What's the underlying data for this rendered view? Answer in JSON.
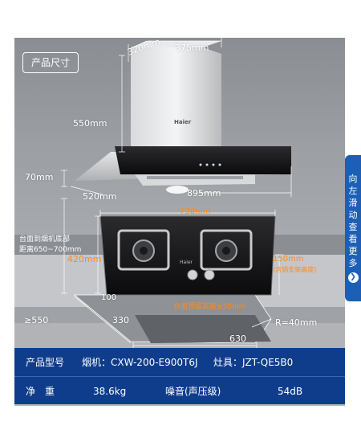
{
  "badge": {
    "title": "产品尺寸"
  },
  "hood": {
    "depth": "320mm",
    "top_width": "375mm",
    "height": "550mm",
    "panel_height": "70mm",
    "panel_depth": "520mm",
    "width": "895mm",
    "brand": "Haier"
  },
  "counter": {
    "label_line1": "台面到烟机底部",
    "label_line2": "距离650~700mm"
  },
  "hob": {
    "width": "730mm",
    "depth": "420mm",
    "pot_support": "150mm",
    "pot_support_note": "(含锅支架高度)",
    "thickness": "100",
    "cutout_note": "台面预留高度≥50mm",
    "cutout_depth_min": "≥550",
    "cutout_depth": "330",
    "cutout_width": "630",
    "corner_radius": "R=40mm",
    "brand": "Haier"
  },
  "side_nav": {
    "chars": [
      "向",
      "左",
      "滑",
      "动",
      "查",
      "看",
      "更",
      "多"
    ]
  },
  "specs": {
    "model_label": "产品型号",
    "hood_model": "烟机：CXW-200-E900T6J",
    "hob_model": "灶具：JZT-QE5B0",
    "weight_label": "净　重",
    "weight_value": "38.6kg",
    "noise_label": "噪音(声压级)",
    "noise_value": "54dB"
  },
  "colors": {
    "panel": "#0f3d8c",
    "accent": "#ff8a1f",
    "nav": "#1d5fb5"
  }
}
